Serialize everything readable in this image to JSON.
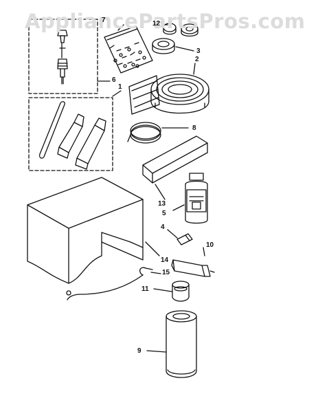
{
  "watermark": "AppliancePartsPros.com",
  "callouts": {
    "c1": "1",
    "c2": "2",
    "c3": "3",
    "c4": "4",
    "c5": "5",
    "c6": "6",
    "c7": "7",
    "c8": "8",
    "c9": "9",
    "c10": "10",
    "c11": "11",
    "c12": "12",
    "c13": "13",
    "c14": "14",
    "c15": "15"
  }
}
